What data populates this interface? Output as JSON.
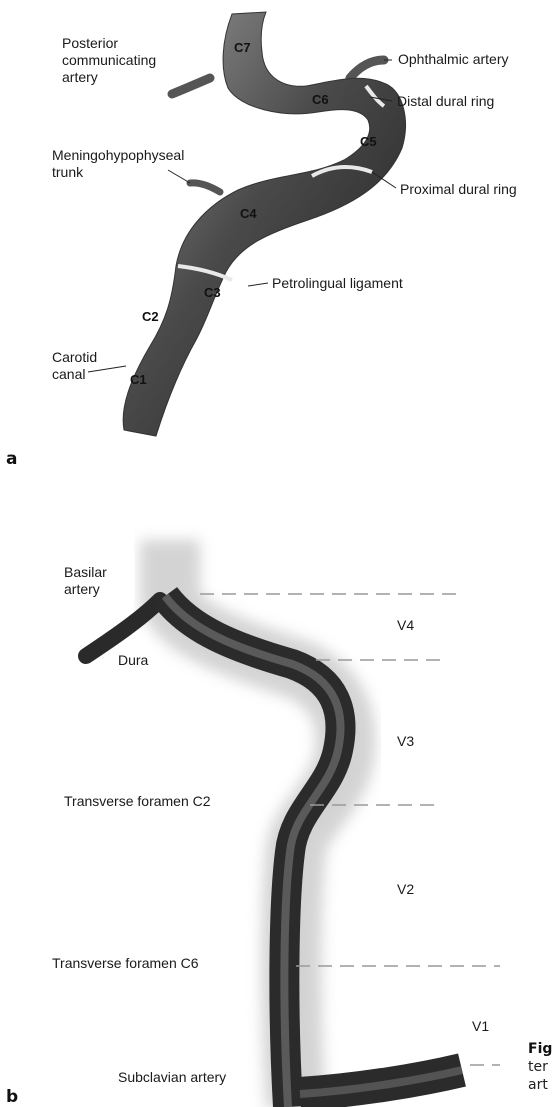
{
  "panel_a": {
    "letter": "a",
    "labels": {
      "pcom": [
        "Posterior",
        "communicating",
        "artery"
      ],
      "ophthalmic": "Ophthalmic artery",
      "distal_ring": "Distal dural ring",
      "mht": [
        "Meningohypophyseal",
        "trunk"
      ],
      "proximal_ring": "Proximal dural ring",
      "petrolingual": "Petrolingual ligament",
      "carotid_canal": [
        "Carotid",
        "canal"
      ]
    },
    "segments": [
      "C1",
      "C2",
      "C3",
      "C4",
      "C5",
      "C6",
      "C7"
    ]
  },
  "panel_b": {
    "letter": "b",
    "labels": {
      "basilar": [
        "Basilar",
        "artery"
      ],
      "dura": "Dura",
      "tf_c2": "Transverse foramen C2",
      "tf_c6": "Transverse foramen C6",
      "subclavian": "Subclavian artery"
    },
    "segments": [
      "V4",
      "V3",
      "V2",
      "V1"
    ]
  },
  "caption": {
    "fig_fragment": "Fig",
    "line2": "ter",
    "line3": "art"
  }
}
